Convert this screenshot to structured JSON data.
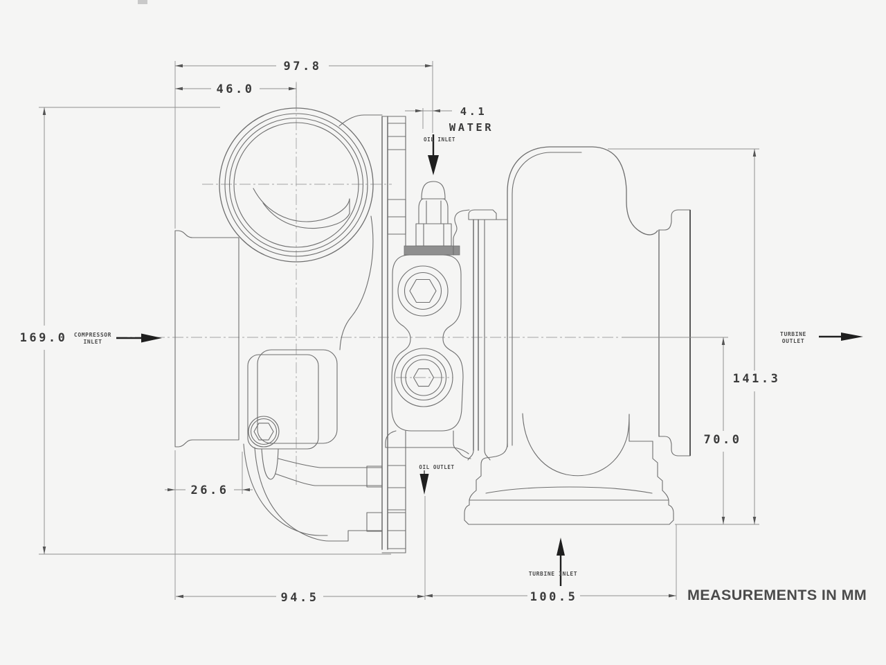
{
  "note": "MEASUREMENTS IN MM",
  "dimensions": {
    "top_width": "97.8",
    "inlet_face_to_center": "46.0",
    "water_port_offset": "4.1",
    "water_port_label": "WATER",
    "compressor_height": "169.0",
    "turbine_height": "141.3",
    "turbine_flange_height": "70.0",
    "scroll_offset": "26.6",
    "compressor_side_length": "94.5",
    "turbine_side_length": "100.5"
  },
  "ports": {
    "compressor_inlet_line1": "COMPRESSOR",
    "compressor_inlet_line2": "INLET",
    "turbine_outlet_line1": "TURBINE",
    "turbine_outlet_line2": "OUTLET",
    "turbine_inlet": "TURBINE INLET",
    "oil_inlet": "OIL INLET",
    "oil_outlet": "OIL OUTLET"
  },
  "colors": {
    "background": "#f5f5f4",
    "part_line": "#6e6e6e",
    "dim_line": "#8e8e8e",
    "dim_text": "#3a3a3a",
    "flow_arrow": "#1f1f1f",
    "note_text": "#4b4b4b",
    "clamp_band": "#8f8f8f"
  }
}
